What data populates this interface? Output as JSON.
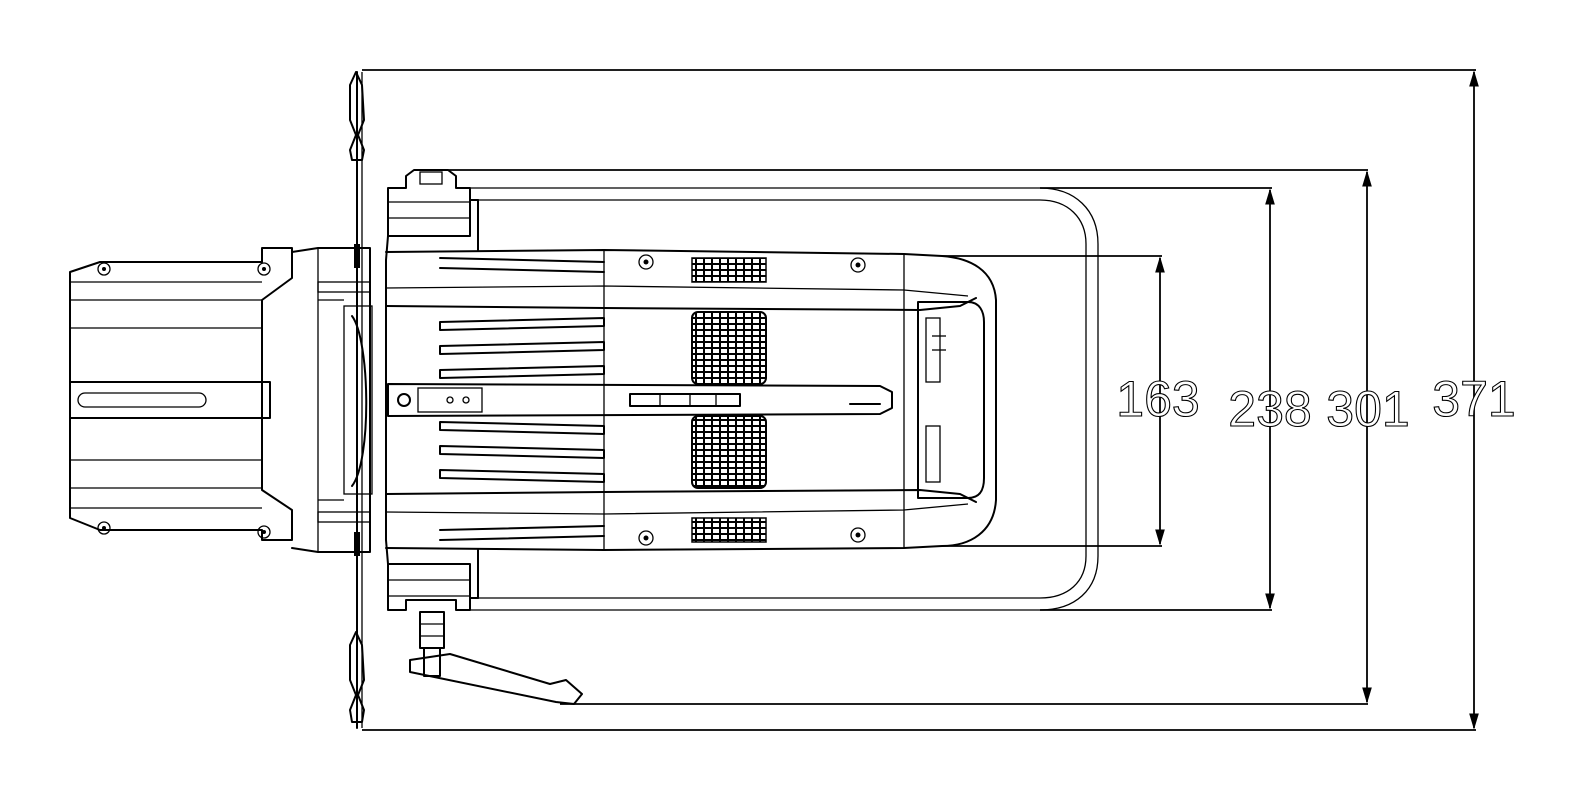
{
  "drawing": {
    "line_color": "#000000",
    "background": "#ffffff",
    "dimensions": [
      {
        "id": "dim-163",
        "label": "163"
      },
      {
        "id": "dim-238",
        "label": "238"
      },
      {
        "id": "dim-301",
        "label": "301"
      },
      {
        "id": "dim-371",
        "label": "371"
      }
    ]
  }
}
